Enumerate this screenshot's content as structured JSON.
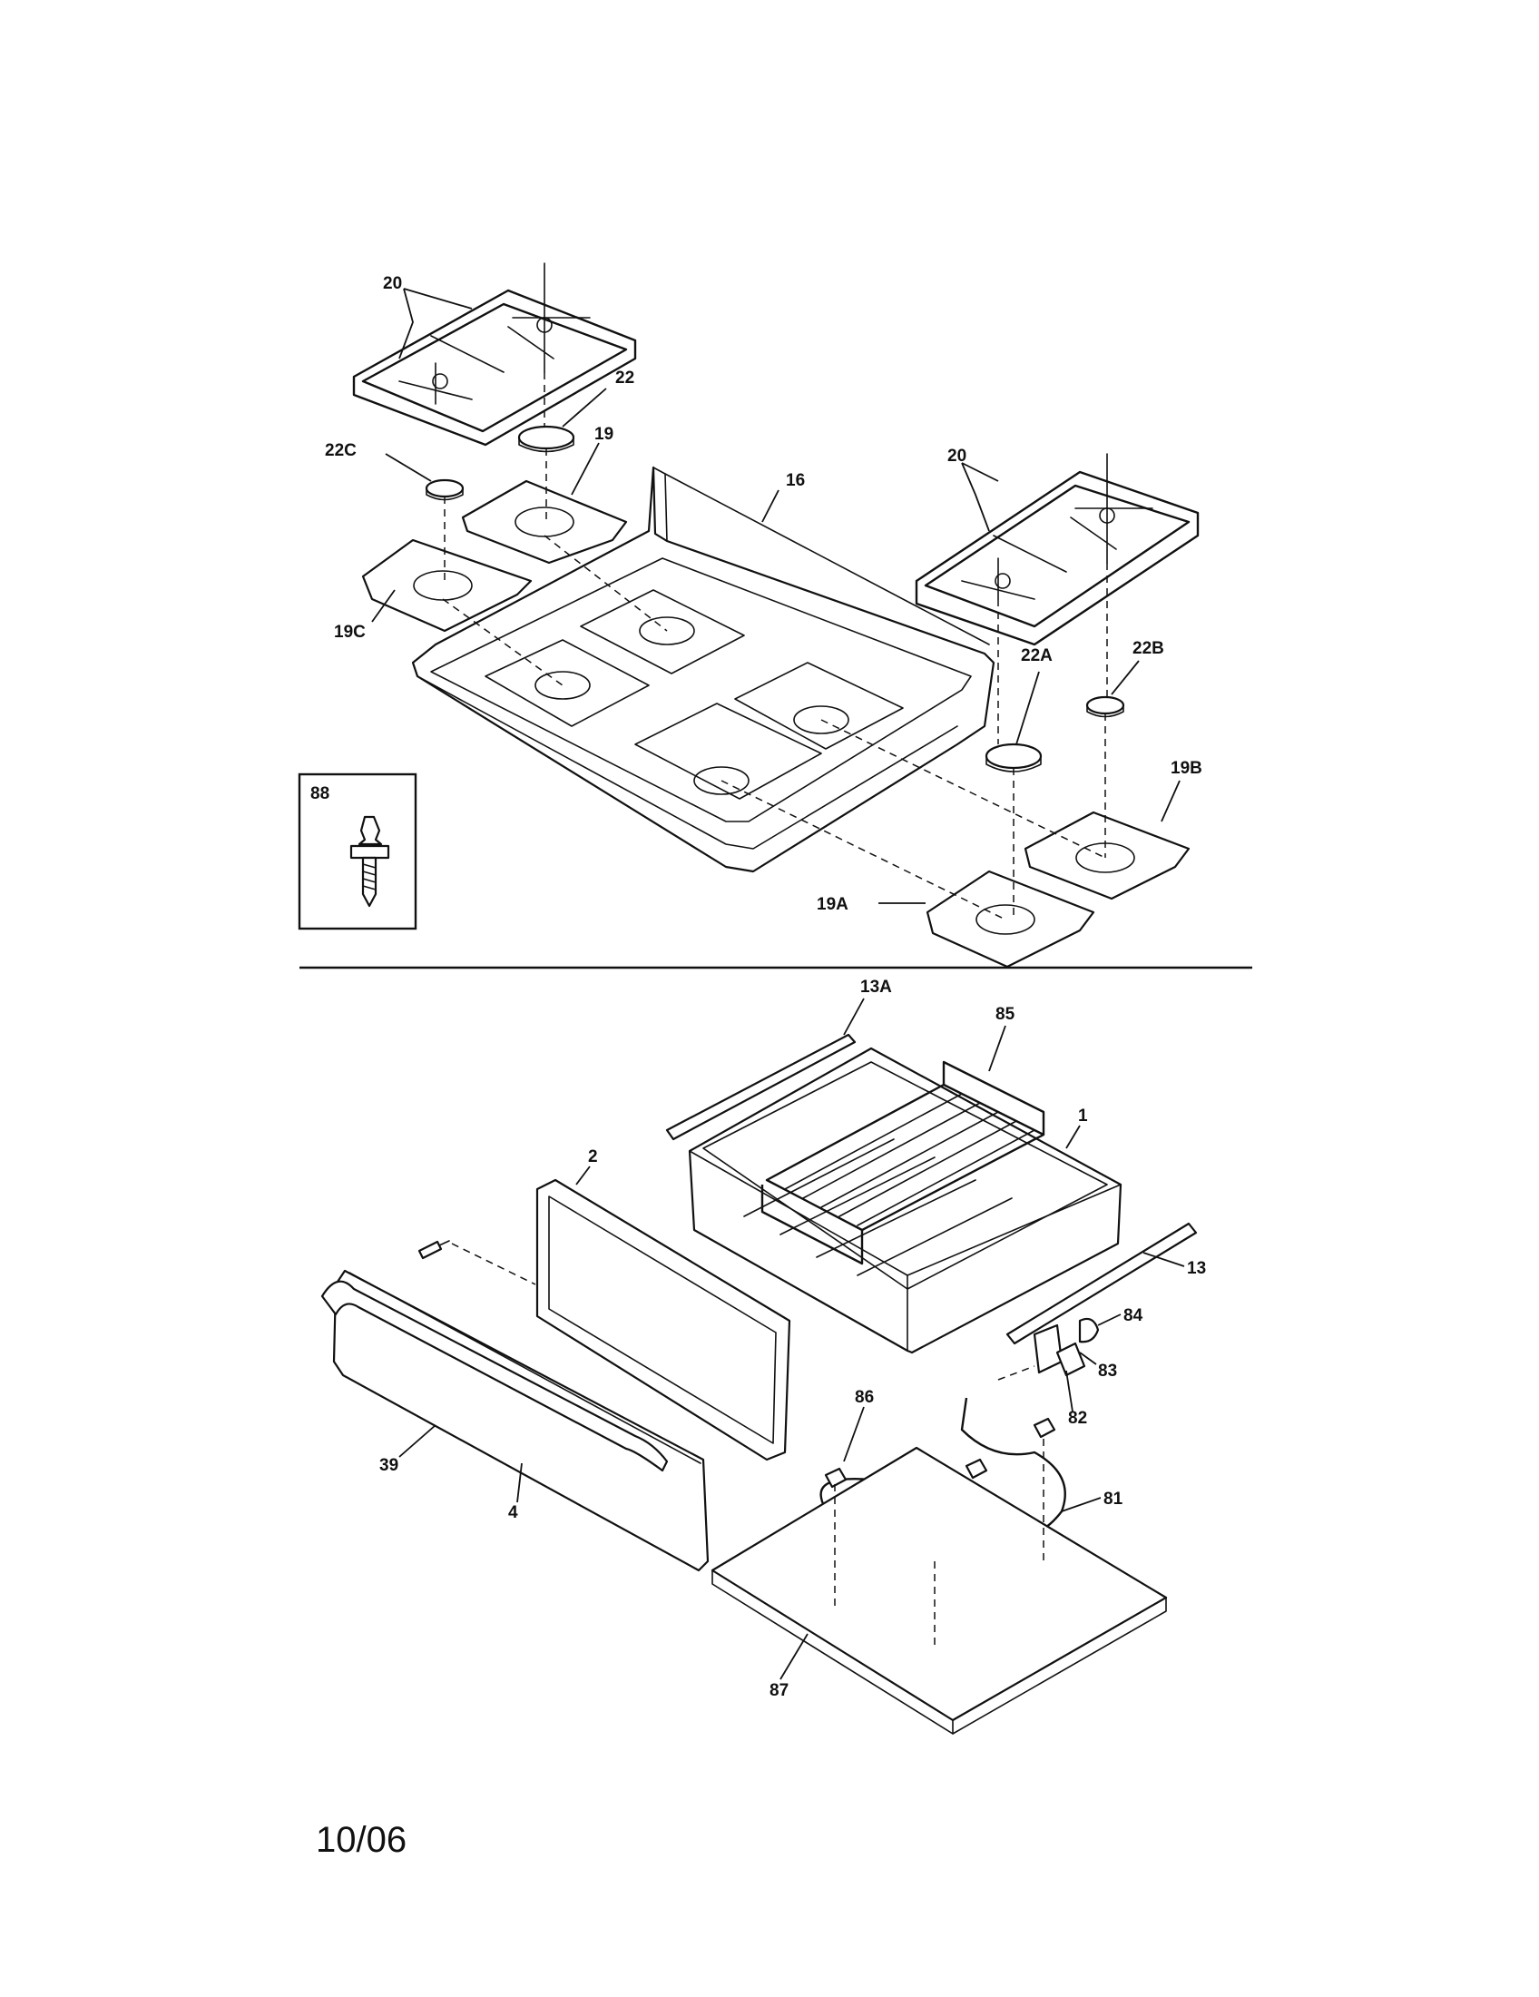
{
  "callouts": {
    "c20a": "20",
    "c22": "22",
    "c22c": "22C",
    "c19": "19",
    "c16": "16",
    "c19c": "19C",
    "c20b": "20",
    "c22a": "22A",
    "c22b": "22B",
    "c19b": "19B",
    "c19a": "19A",
    "c88": "88",
    "c13a": "13A",
    "c85": "85",
    "c1": "1",
    "c2": "2",
    "c13": "13",
    "c84": "84",
    "c83": "83",
    "c82": "82",
    "c86": "86",
    "c81": "81",
    "c39": "39",
    "c4": "4",
    "c87": "87"
  },
  "footer": {
    "date": "10/06"
  }
}
